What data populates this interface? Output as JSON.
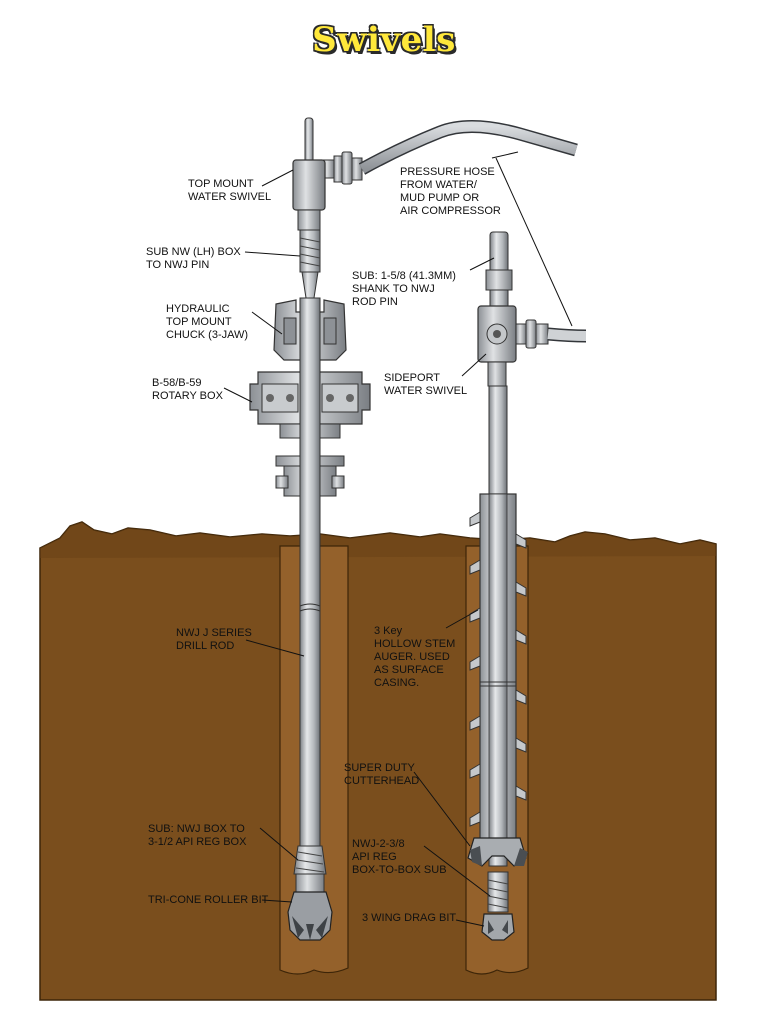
{
  "title": "Swivels",
  "labels": {
    "top_mount_water_swivel": "TOP MOUNT\nWATER SWIVEL",
    "sub_nw_box": "SUB NW (LH) BOX\nTO NWJ PIN",
    "hydraulic_chuck": "HYDRAULIC\nTOP MOUNT\nCHUCK (3-JAW)",
    "rotary_box": "B-58/B-59\nROTARY BOX",
    "pressure_hose": "PRESSURE HOSE\nFROM WATER/\nMUD PUMP OR\nAIR COMPRESSOR",
    "sub_shank": "SUB: 1-5/8   (41.3MM)\nSHANK TO NWJ\nROD PIN",
    "sideport_swivel": "SIDEPORT\nWATER SWIVEL",
    "drill_rod": "NWJ J SERIES\nDRILL ROD",
    "hollow_stem_auger": "3 Key\nHOLLOW STEM\nAUGER. USED\nAS SURFACE\nCASING.",
    "cutterhead": "SUPER DUTY\nCUTTERHEAD",
    "sub_api_reg_box": "SUB: NWJ BOX TO\n3-1/2  API REG BOX",
    "box_to_box_sub": "NWJ-2-3/8\nAPI REG\nBOX-TO-BOX SUB",
    "tricone_bit": "TRI-CONE ROLLER BIT",
    "drag_bit": "3 WING DRAG BIT"
  },
  "colors": {
    "soil": "#7a4e1d",
    "soil_dark": "#5e3a12",
    "hole": "#8a5a26",
    "steel": "#b8bcc0",
    "steel_dark": "#6d7176",
    "title_fill": "#ffe83a"
  }
}
